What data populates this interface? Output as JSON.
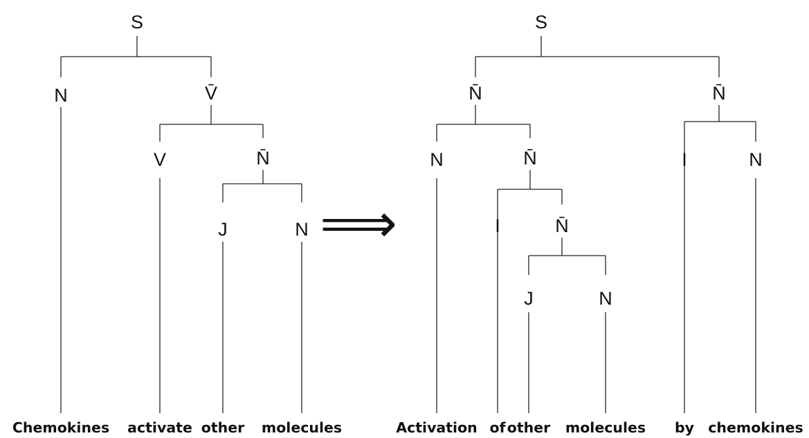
{
  "left_tree": {
    "root": "S",
    "subject": "N",
    "predicate": "V̄",
    "verb": "V",
    "object_phrase": "N̄",
    "adjective": "J",
    "object_noun": "N",
    "words": [
      "Chemokines",
      "activate",
      "other",
      "molecules"
    ]
  },
  "arrow": "⟹",
  "right_tree": {
    "root": "S",
    "left_phrase": "N̄",
    "right_phrase": "N̄",
    "head_noun": "N",
    "pp_phrase": "N̄",
    "preposition_1": "I",
    "inner_phrase": "N̄",
    "adjective": "J",
    "noun": "N",
    "preposition_2": "I",
    "agent_noun": "N",
    "words": [
      "Activation",
      "of",
      "other",
      "molecules",
      "by",
      "chemokines"
    ]
  }
}
